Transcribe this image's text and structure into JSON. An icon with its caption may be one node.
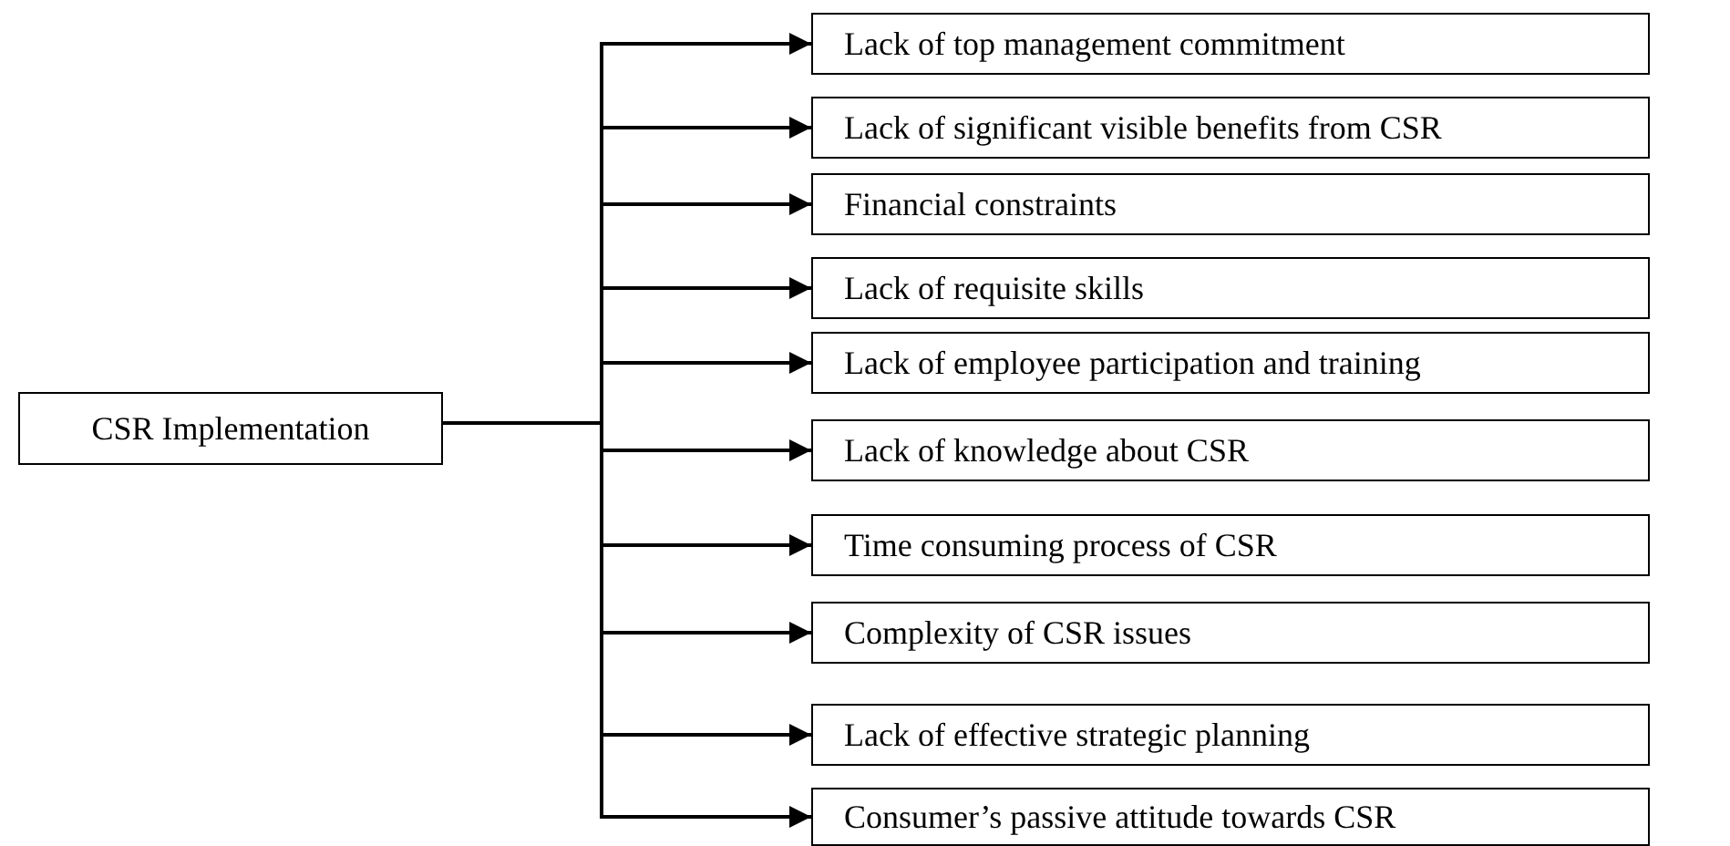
{
  "diagram": {
    "nodes": [
      {
        "text": [
          "CSR Implementation"
        ]
      },
      {
        "text": [
          "Lack of top management commitment"
        ]
      },
      {
        "text": [
          "Lack of significant visible benefits from CSR"
        ]
      },
      {
        "text": [
          "Financial constraints"
        ]
      },
      {
        "text": [
          "Lack of requisite skills"
        ]
      },
      {
        "text": [
          "Lack of employee participation and training"
        ]
      },
      {
        "text": [
          "Lack of knowledge about CSR"
        ]
      },
      {
        "text": [
          "Time consuming process of CSR"
        ]
      },
      {
        "text": [
          "Complexity of CSR issues"
        ]
      },
      {
        "text": [
          "Lack of effective strategic planning"
        ]
      },
      {
        "text": [
          "Consumer’s passive attitude towards CSR"
        ]
      }
    ],
    "edges": [
      {
        "from": 0,
        "to": 1,
        "arrow": "to"
      },
      {
        "from": 0,
        "to": 2,
        "arrow": "to"
      },
      {
        "from": 0,
        "to": 3,
        "arrow": "to"
      },
      {
        "from": 0,
        "to": 4,
        "arrow": "to"
      },
      {
        "from": 0,
        "to": 5,
        "arrow": "to"
      },
      {
        "from": 0,
        "to": 6,
        "arrow": "to"
      },
      {
        "from": 0,
        "to": 7,
        "arrow": "to"
      },
      {
        "from": 0,
        "to": 8,
        "arrow": "to"
      },
      {
        "from": 0,
        "to": 9,
        "arrow": "to"
      },
      {
        "from": 0,
        "to": 10,
        "arrow": "to"
      }
    ]
  }
}
